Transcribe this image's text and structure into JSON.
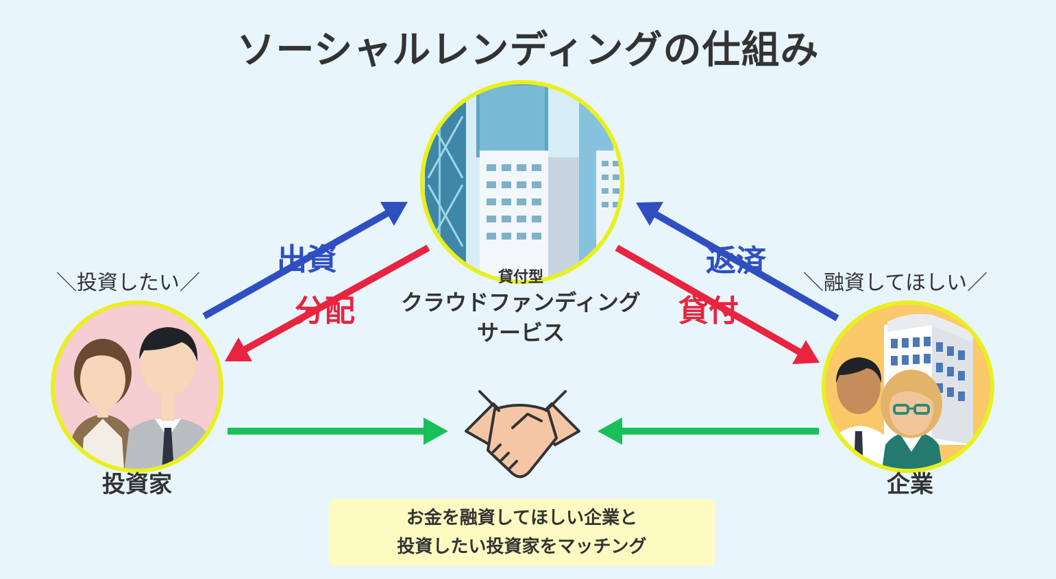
{
  "title": "ソーシャルレンディングの仕組み",
  "center": {
    "small_label": "貸付型",
    "line1": "クラウドファンディング",
    "line2": "サービス"
  },
  "flows": {
    "investment": "出資",
    "distribution": "分配",
    "repayment": "返済",
    "loan": "貸付"
  },
  "investor": {
    "wish": "＼投資したい／",
    "label": "投資家"
  },
  "company": {
    "wish": "＼融資してほしい／",
    "label": "企業"
  },
  "note": {
    "line1": "お金を融資してほしい企業と",
    "line2": "投資したい投資家をマッチング"
  },
  "colors": {
    "background": "#e8f5fd",
    "blue_arrow": "#2f4fc0",
    "red_arrow": "#e8243f",
    "green_arrow": "#19c05a",
    "circle_border": "#e9f01e",
    "note_bg": "#fefbc2"
  },
  "icons": {
    "center": "city-buildings-icon",
    "investor": "investors-couple-icon",
    "company": "company-people-building-icon",
    "handshake": "handshake-icon"
  }
}
